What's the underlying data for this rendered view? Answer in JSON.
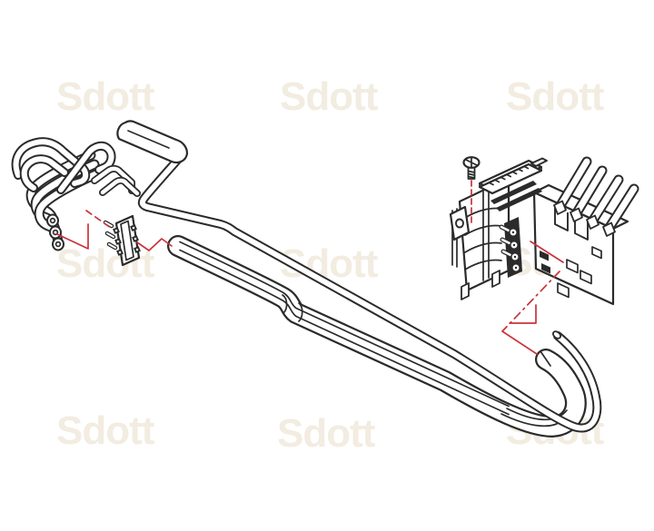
{
  "watermark": {
    "text": "Sdott"
  },
  "colors": {
    "background": "#ffffff",
    "line": "#2b2b2b",
    "leader": "#c9333a",
    "watermark": "#f2ece1"
  },
  "diagram": {
    "kind": "exploded-parts-line-drawing",
    "parts": [
      "left-pipe-assembly",
      "pipe-end-fittings",
      "junction-block",
      "loop-pipe",
      "main-tube-bundle",
      "tube-bundle-end",
      "valve-block-assembly",
      "mounting-screw"
    ]
  }
}
